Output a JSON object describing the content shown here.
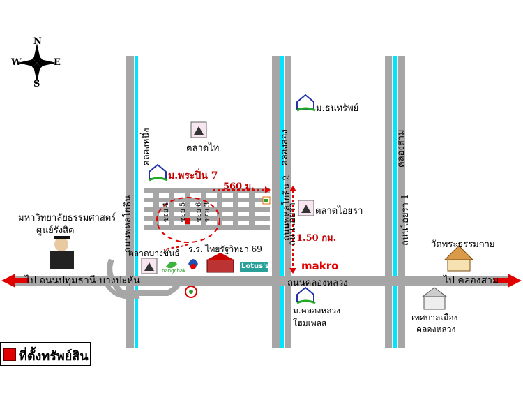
{
  "compass": {
    "n": "N",
    "s": "S",
    "e": "E",
    "w": "W"
  },
  "roads": {
    "main_road": "ถนนคลองหลวง",
    "left_road": "ถนนพหลโยธิน",
    "mid_road": "ถนนพหลโยธิน 2",
    "klong_nueng": "คลองหนึ่ง",
    "klong_song": "คลองสอง",
    "klong_sam": "คลองสาม",
    "aiyara_road": "ถนนไอยรา",
    "right_road": "ถนนไอยรา 1",
    "soi1": "ซอย 4",
    "soi2": "ซอย 5",
    "soi3": "ซอย 6",
    "soi4": "ซอย 3"
  },
  "labels": {
    "left_arrow": "ไป ถนนปทุมธานี-บางปะหัน",
    "right_arrow": "ไป คลองสาม",
    "university": "มหาวิทยาลัยธรรมศาสตร์",
    "university2": "ศูนย์รังสิต",
    "thai_market": "ตลาดไท",
    "village_prapin": "ม.พระปิ่น 7",
    "village_thanasap": "ม.ธนทรัพย์",
    "aiyara_market": "ตลาดไอยรา",
    "bangkhan_market": "ตลาดบางขันธ์",
    "school": "ร.ร. ไทยรัฐวิทยา 69",
    "temple": "วัดพระธรรมกาย",
    "municipal": "เทศบาลเมือง",
    "municipal2": "คลองหลวง",
    "home_place": "ม.คลองหลวง",
    "home_place2": "โฮมเพลส",
    "dist1": "560 ม.",
    "dist2": "1.50 กม.",
    "makro": "makro",
    "lotus": "Lotus's",
    "bangchak": "bangchak",
    "legend": "ที่ตั้งทรัพย์สิน"
  },
  "colors": {
    "road": "#a6a6a6",
    "canal": "#00e5ff",
    "red": "#e00000",
    "makro": "#e00000",
    "lotus": "#2aa198"
  }
}
